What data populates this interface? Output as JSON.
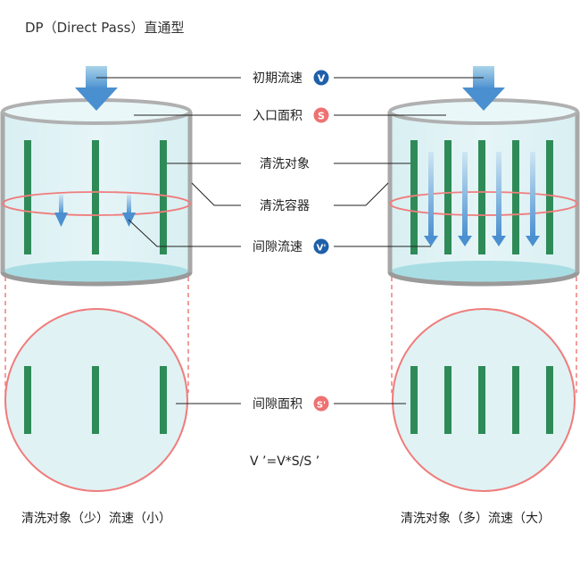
{
  "title": "DP（Direct Pass）直通型",
  "labels": {
    "initial_velocity": "初期流速",
    "inlet_area": "入口面积",
    "cleaning_object": "清洗对象",
    "cleaning_vessel": "清洗容器",
    "gap_velocity": "间隙流速",
    "gap_area": "间隙面积"
  },
  "badges": {
    "v": "V",
    "s": "S",
    "v_prime": "V'",
    "s_prime": "S'"
  },
  "formula": "V ’=V*S/S ’",
  "captions": {
    "left": "清洗对象（少）流速（小）",
    "right": "清洗对象（多）流速（大）"
  },
  "colors": {
    "rod": "#2e8b57",
    "liquid": "#d6eef1",
    "ring": "#f07d7d",
    "arrow": "#5a9bd5",
    "badge_v": "#1f5faa",
    "badge_s": "#ee7272",
    "leader": "#222222"
  }
}
